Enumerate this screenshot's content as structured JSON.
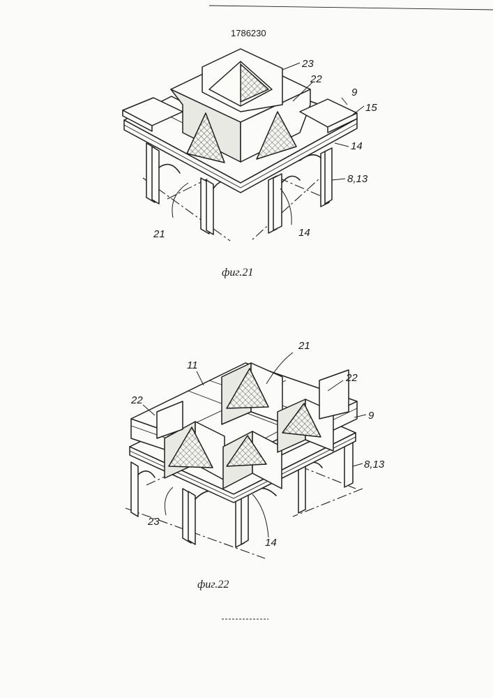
{
  "patent_number": "1786230",
  "figure_21": {
    "caption": "фиг.21",
    "labels": {
      "l23": "23",
      "l22": "22",
      "l9": "9",
      "l15": "15",
      "l14_right": "14",
      "l813": "8,13",
      "l21": "21",
      "l14_bottom": "14"
    }
  },
  "figure_22": {
    "caption": "фиг.22",
    "labels": {
      "l21": "21",
      "l11": "11",
      "l22_right": "22",
      "l22_left": "22",
      "l9": "9",
      "l813": "8,13",
      "l23": "23",
      "l14": "14"
    }
  }
}
